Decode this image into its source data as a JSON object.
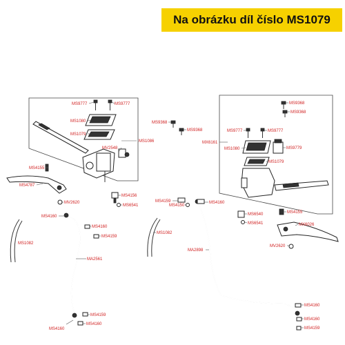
{
  "title": "Na obrázku díl číslo MS1079",
  "colors": {
    "banner": "#f6d100",
    "label": "#d02020"
  },
  "callouts": {
    "l_ms9777a": "MS9777",
    "l_ms9777b": "MS9777",
    "l_ms1080": "MS1080",
    "l_ms1079": "MS1079",
    "l_ms1086": "MS1086",
    "l_mv2548": "MV2548",
    "l_ms4155": "MS4155",
    "l_ms4787": "MS4787",
    "l_mv2620": "MV2620",
    "l_ms4156": "MS4156",
    "l_ms6541": "MS6541",
    "l_ms4160a": "MS4160",
    "l_ms4160b": "MS4160",
    "l_ms4159a": "MS4159",
    "l_ms1082a": "MS1082",
    "l_ma2561": "MA2561",
    "l_ms4159b": "MS4159",
    "l_ms4160c": "MS4160",
    "l_ms4160d": "MS4160",
    "r_ms9368a": "MS9368",
    "r_ms9368b": "MS9368",
    "r_ms9368c": "MS9368",
    "r_ms9368d": "MS9368",
    "r_ms9777a": "MS9777",
    "r_ms9777b": "MS9777",
    "r_mx6161": "MX6161",
    "r_ms1080": "MS1080",
    "r_ms9779": "MS9779",
    "r_ms1079": "MS1079",
    "r_ms4159": "MS4159",
    "r_ms4150": "MS4150",
    "r_ms4160a": "MS4160",
    "r_ms1082": "MS1082",
    "r_ma2898": "MA2898",
    "r_ms6540": "MS6540",
    "r_ms6541": "MS6541",
    "r_ms4155": "MS4155",
    "r_mx6026": "MX6026",
    "r_mv2620": "MV2620",
    "r_ms4160b": "MS4160",
    "r_ms4160c": "MS4160",
    "r_ms4159b": "MS4159"
  }
}
